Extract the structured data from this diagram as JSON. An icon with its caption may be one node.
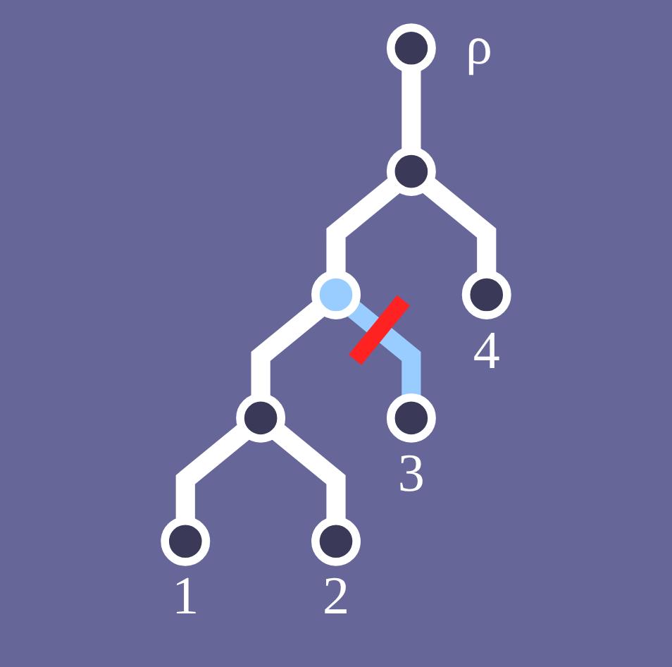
{
  "diagram": {
    "nodes": [
      {
        "text": [],
        "shape": "circle",
        "beside": [
          "ρ"
        ]
      },
      {
        "text": [],
        "shape": "circle"
      },
      {
        "text": [],
        "shape": "circle"
      },
      {
        "text": [],
        "shape": "circle"
      },
      {
        "text": [],
        "shape": "circle",
        "beside": [
          "1"
        ]
      },
      {
        "text": [],
        "shape": "circle",
        "beside": [
          "2"
        ]
      },
      {
        "text": [],
        "shape": "circle",
        "beside": [
          "3"
        ]
      },
      {
        "text": [],
        "shape": "circle",
        "beside": [
          "4"
        ]
      }
    ],
    "edges": [
      {
        "from": 0,
        "to": 1,
        "arrow": "none"
      },
      {
        "from": 1,
        "to": 2,
        "arrow": "none"
      },
      {
        "from": 1,
        "to": 7,
        "arrow": "none"
      },
      {
        "from": 2,
        "to": 3,
        "arrow": "none"
      },
      {
        "from": 2,
        "to": 6,
        "arrow": "none",
        "color": "#99ccff"
      },
      {
        "from": 3,
        "to": 4,
        "arrow": "none"
      },
      {
        "from": 3,
        "to": 5,
        "arrow": "none"
      }
    ]
  }
}
